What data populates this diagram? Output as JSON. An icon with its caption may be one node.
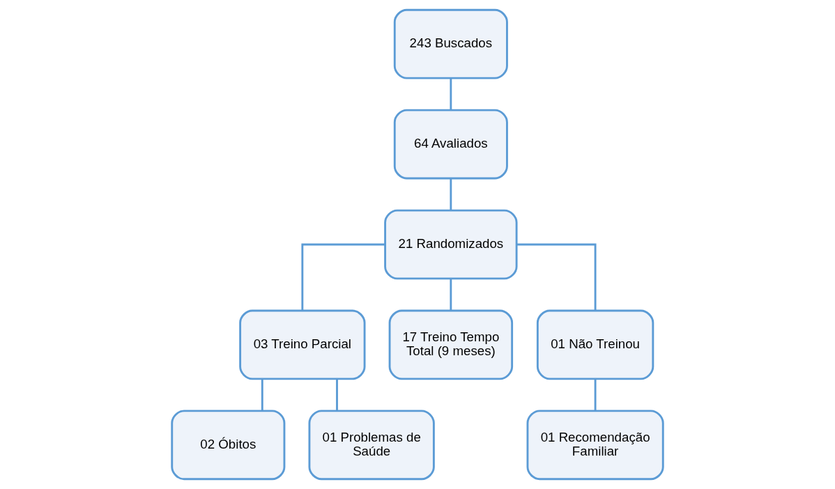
{
  "diagram": {
    "nodes": [
      {
        "text": [
          "243 Buscados"
        ]
      },
      {
        "text": [
          "64 Avaliados"
        ]
      },
      {
        "text": [
          "21 Randomizados"
        ]
      },
      {
        "text": [
          "03 Treino Parcial"
        ]
      },
      {
        "text": [
          "17 Treino Tempo Total (9 meses)"
        ]
      },
      {
        "text": [
          "01 Não Treinou"
        ]
      },
      {
        "text": [
          "02 Óbitos"
        ]
      },
      {
        "text": [
          "01 Problemas de Saúde"
        ]
      },
      {
        "text": [
          "01 Recomendação Familiar"
        ]
      }
    ],
    "edges": [
      {
        "from": 0,
        "to": 1,
        "arrow": "none"
      },
      {
        "from": 1,
        "to": 2,
        "arrow": "none"
      },
      {
        "from": 2,
        "to": 3,
        "arrow": "none"
      },
      {
        "from": 2,
        "to": 4,
        "arrow": "none"
      },
      {
        "from": 2,
        "to": 5,
        "arrow": "none"
      },
      {
        "from": 3,
        "to": 6,
        "arrow": "none"
      },
      {
        "from": 3,
        "to": 7,
        "arrow": "none"
      },
      {
        "from": 5,
        "to": 8,
        "arrow": "none"
      }
    ]
  }
}
